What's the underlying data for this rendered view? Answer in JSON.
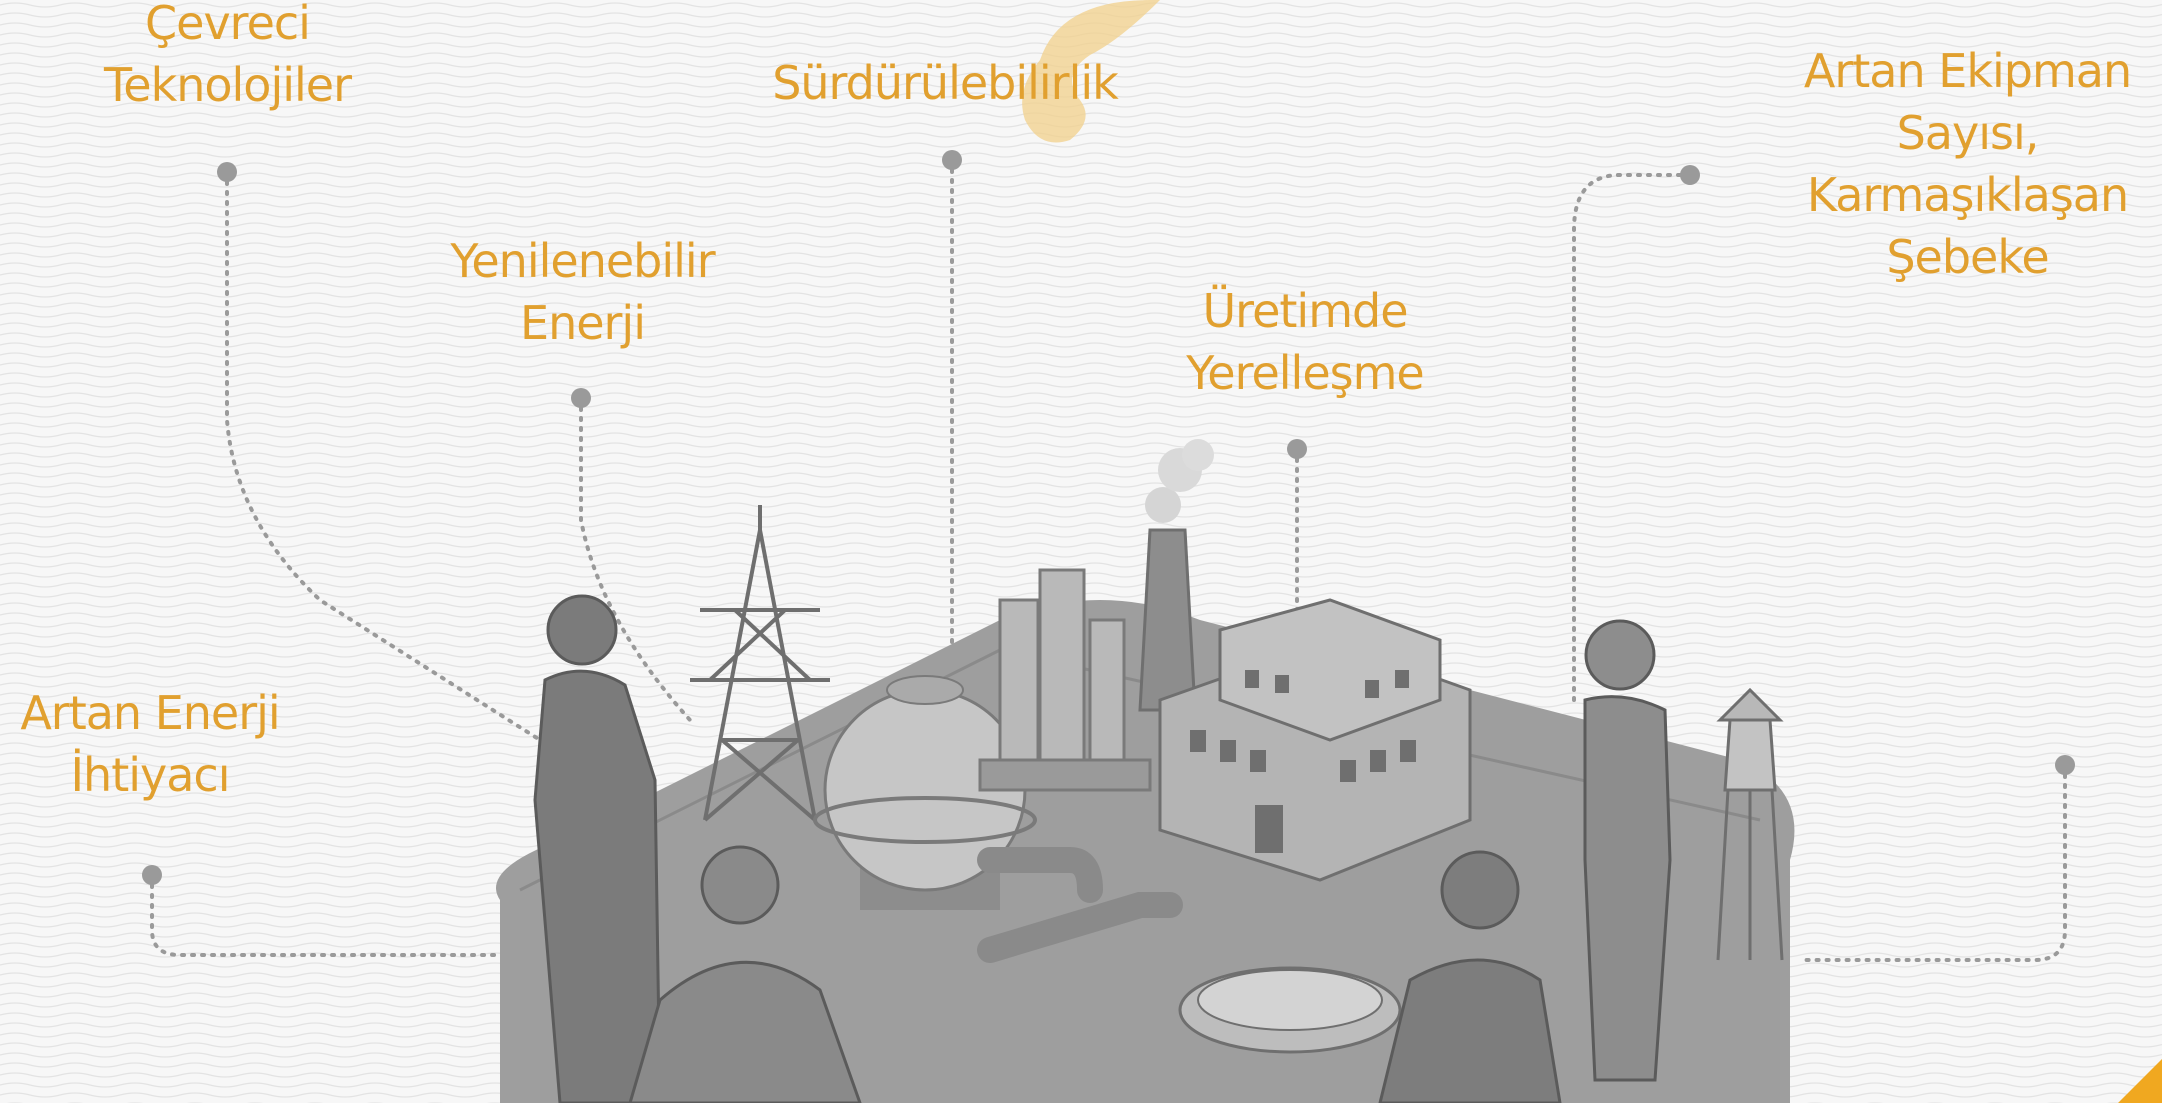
{
  "labels": {
    "cevreci": "Çevreci\nTeknolojiler",
    "surdurulebilirlik": "Sürdürülebilirlik",
    "artan_ekipman": "Artan Ekipman\nSayısı,\nKarmaşıklaşan\nŞebeke",
    "yenilenebilir": "Yenilenebilir\nEnerji",
    "uretimde": "Üretimde\nYerelleşme",
    "artan_enerji": "Artan Enerji\nİhtiyacı"
  },
  "colors": {
    "label_text": "#e1a02f",
    "connector": "#9a9a9a",
    "background": "#f7f7f7",
    "accent_corner": "#f0a820"
  },
  "icons": {
    "question_mark": "question-mark-icon"
  }
}
